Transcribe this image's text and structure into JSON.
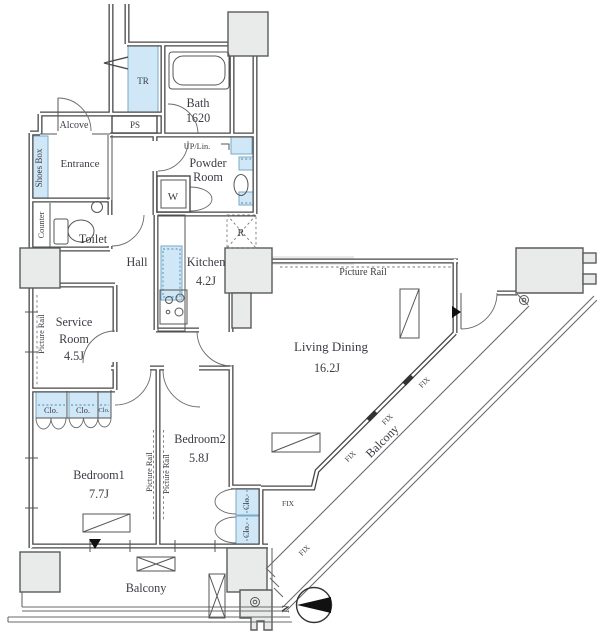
{
  "colors": {
    "wall": "#474747",
    "pillar_fill": "#e9ebeb",
    "closet_fill": "#cfe7f7",
    "text": "#3b3b44"
  },
  "labels": {
    "tr": "TR",
    "ps": "PS",
    "bath_name": "Bath",
    "bath_size": "1620",
    "alcove": "Alcove",
    "shoes_box": "Shoes Box",
    "entrance": "Entrance",
    "counter": "Counter",
    "toilet": "Toilet",
    "hall": "Hall",
    "up_lin": "UP/Lin.",
    "powder_1": "Powder",
    "powder_2": "Room",
    "washer": "W",
    "fridge": "R",
    "kitchen_name": "Kitchen",
    "kitchen_size": "4.2J",
    "service_1": "Service",
    "service_2": "Room",
    "service_size": "4.5J",
    "living_name": "Living Dining",
    "living_size": "16.2J",
    "bedroom1_name": "Bedroom1",
    "bedroom1_size": "7.7J",
    "bedroom2_name": "Bedroom2",
    "bedroom2_size": "5.8J",
    "balcony": "Balcony",
    "picture_rail": "Picture Rail",
    "closet": "Clo.",
    "fix": "FIX",
    "north": "N"
  }
}
